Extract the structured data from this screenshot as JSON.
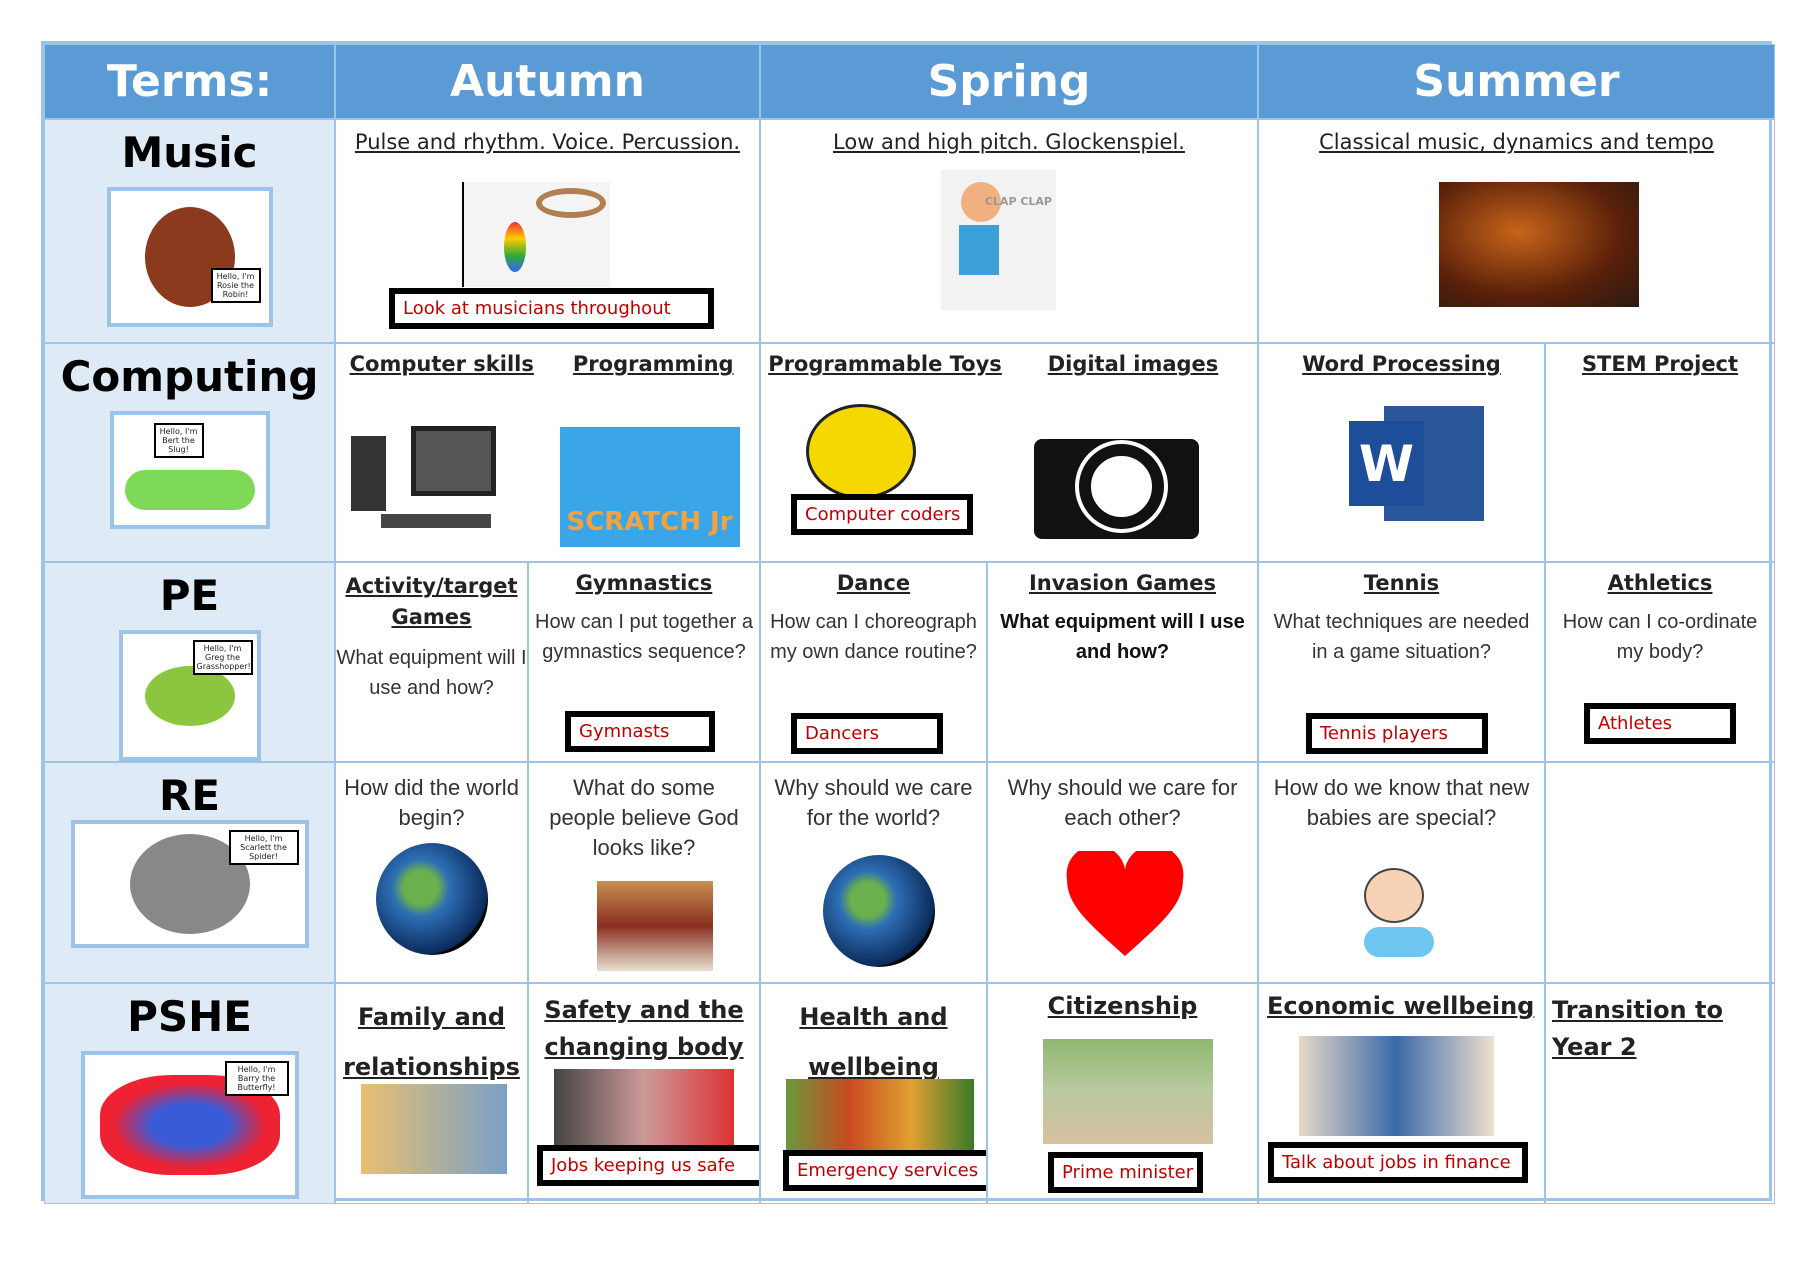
{
  "header": {
    "terms": "Terms:",
    "autumn": "Autumn",
    "spring": "Spring",
    "summer": "Summer"
  },
  "mascots": {
    "music": "Hello, I'm Rosie the Robin!",
    "computing": "Hello, I'm Bert the Slug!",
    "pe": "Hello, I'm Greg the Grasshopper!",
    "re": "Hello, I'm Scarlett the Spider!",
    "pshe": "Hello, I'm Barry the Butterfly!"
  },
  "music": {
    "subject": "Music",
    "autumn": "Pulse and rhythm.  Voice. Percussion.",
    "autumn_label": "Look at musicians throughout",
    "spring": "Low and high pitch. Glockenspiel.",
    "spring_img": "CLAP CLAP",
    "summer": "Classical music, dynamics and tempo"
  },
  "computing": {
    "subject": "Computing",
    "a1": "Computer skills",
    "a2": "Programming",
    "a2_img": "SCRATCH Jr",
    "s1": "Programmable Toys",
    "s1_label": "Computer coders",
    "s2": "Digital images",
    "m1": "Word Processing",
    "m1_img": "W",
    "m2": "STEM Project"
  },
  "pe": {
    "subject": "PE",
    "c1": {
      "title": "Activity/target Games",
      "q": "What equipment will I use and how?"
    },
    "c2": {
      "title": "Gymnastics",
      "q": "How can I put together a gymnastics sequence?",
      "label": "Gymnasts"
    },
    "c3": {
      "title": "Dance",
      "q": "How can I choreograph my own dance routine?",
      "label": "Dancers"
    },
    "c4": {
      "title": "Invasion Games",
      "q": "What equipment will I use and how?"
    },
    "c5": {
      "title": "Tennis",
      "q": "What techniques are needed in a game situation?",
      "label": "Tennis players"
    },
    "c6": {
      "title": "Athletics",
      "q": "How can I co-ordinate my body?",
      "label": "Athletes"
    }
  },
  "re": {
    "subject": "RE",
    "c1": "How did the world begin?",
    "c2": "What do some people believe God looks like?",
    "c3": "Why should we care for the world?",
    "c4": "Why should we care for each other?",
    "c5": "How do we know that new babies are special?"
  },
  "pshe": {
    "subject": "PSHE",
    "c1": {
      "title": "Family and relationships"
    },
    "c2": {
      "title": "Safety and the changing body",
      "label": "Jobs keeping us safe"
    },
    "c3": {
      "title": "Health and wellbeing",
      "label": "Emergency services"
    },
    "c4": {
      "title": "Citizenship",
      "label": "Prime minister"
    },
    "c5": {
      "title": "Economic wellbeing",
      "label": "Talk about jobs in finance"
    },
    "c6": {
      "title": "Transition to Year 2"
    }
  },
  "colors": {
    "header": "#5b9bd5",
    "subject_bg": "#deebf7",
    "border": "#9dc3e6",
    "label_text": "#c00000"
  }
}
